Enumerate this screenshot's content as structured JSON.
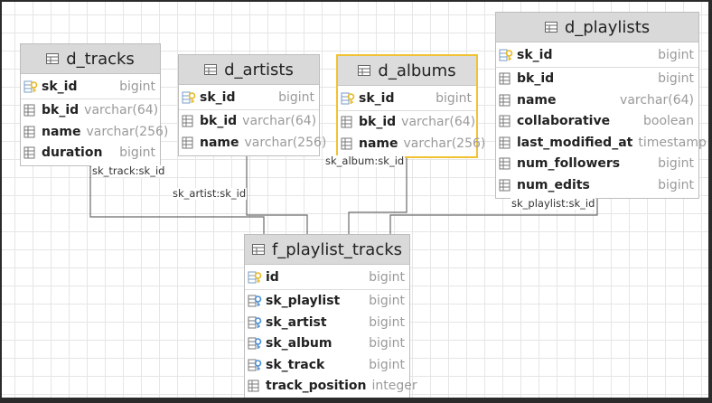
{
  "tables": {
    "d_tracks": {
      "title": "d_tracks",
      "pk": {
        "name": "sk_id",
        "type": "bigint"
      },
      "columns": [
        {
          "name": "bk_id",
          "type": "varchar(64)"
        },
        {
          "name": "name",
          "type": "varchar(256)"
        },
        {
          "name": "duration",
          "type": "bigint"
        }
      ]
    },
    "d_artists": {
      "title": "d_artists",
      "pk": {
        "name": "sk_id",
        "type": "bigint"
      },
      "columns": [
        {
          "name": "bk_id",
          "type": "varchar(64)"
        },
        {
          "name": "name",
          "type": "varchar(256)"
        }
      ]
    },
    "d_albums": {
      "title": "d_albums",
      "pk": {
        "name": "sk_id",
        "type": "bigint"
      },
      "columns": [
        {
          "name": "bk_id",
          "type": "varchar(64)"
        },
        {
          "name": "name",
          "type": "varchar(256)"
        }
      ]
    },
    "d_playlists": {
      "title": "d_playlists",
      "pk": {
        "name": "sk_id",
        "type": "bigint"
      },
      "columns": [
        {
          "name": "bk_id",
          "type": "bigint"
        },
        {
          "name": "name",
          "type": "varchar(64)"
        },
        {
          "name": "collaborative",
          "type": "boolean"
        },
        {
          "name": "last_modified_at",
          "type": "timestamp"
        },
        {
          "name": "num_followers",
          "type": "bigint"
        },
        {
          "name": "num_edits",
          "type": "bigint"
        }
      ]
    },
    "f_playlist_tracks": {
      "title": "f_playlist_tracks",
      "pk": {
        "name": "id",
        "type": "bigint"
      },
      "fks": [
        {
          "name": "sk_playlist",
          "type": "bigint"
        },
        {
          "name": "sk_artist",
          "type": "bigint"
        },
        {
          "name": "sk_album",
          "type": "bigint"
        },
        {
          "name": "sk_track",
          "type": "bigint"
        }
      ],
      "columns": [
        {
          "name": "track_position",
          "type": "integer"
        }
      ]
    }
  },
  "relations": {
    "track": "sk_track:sk_id",
    "artist": "sk_artist:sk_id",
    "album": "sk_album:sk_id",
    "playlist": "sk_playlist:sk_id"
  },
  "colors": {
    "selected_border": "#f1c232",
    "key_icon": "#e8b923",
    "fk_icon": "#4a90d9",
    "line": "#6b6b6b"
  }
}
